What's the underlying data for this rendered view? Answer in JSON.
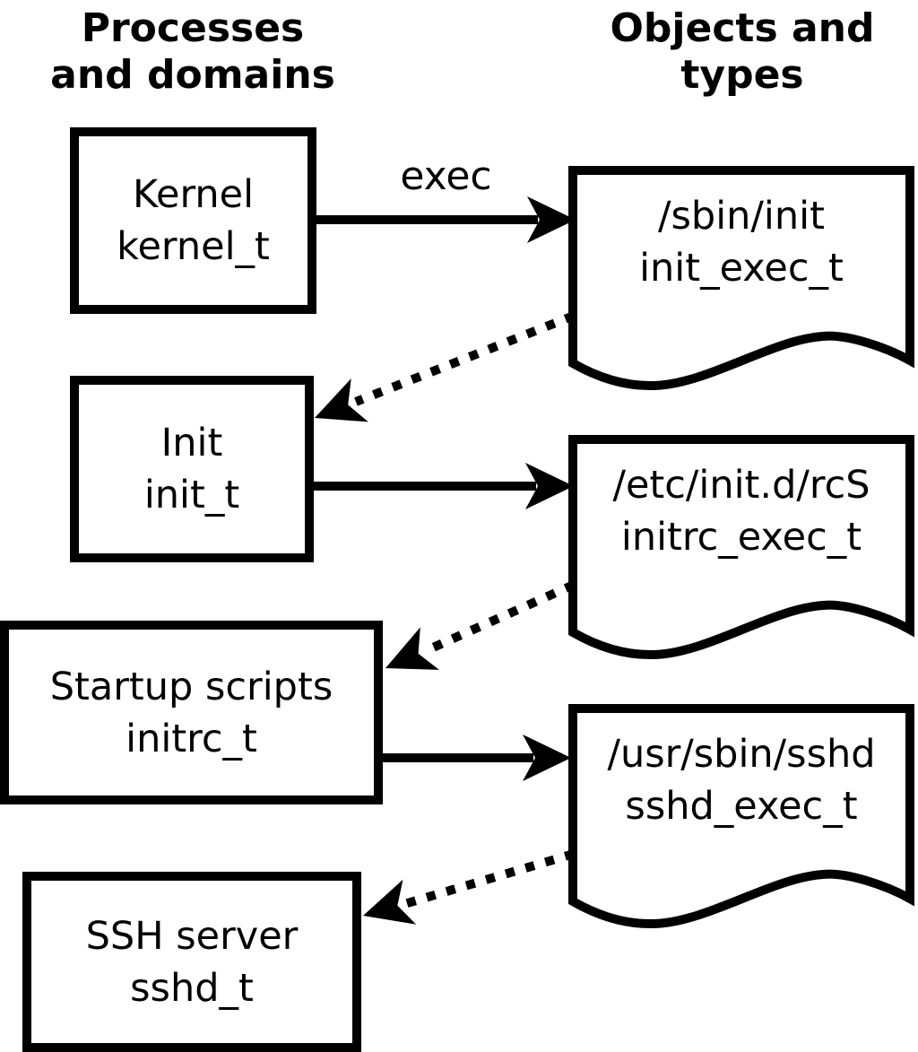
{
  "diagram": {
    "title_left": {
      "line1": "Processes",
      "line2": "and domains"
    },
    "title_right": {
      "line1": "Objects and",
      "line2": "types"
    },
    "exec_label": "exec",
    "process_boxes": [
      {
        "name": "Kernel",
        "domain": "kernel_t"
      },
      {
        "name": "Init",
        "domain": "init_t"
      },
      {
        "name": "Startup scripts",
        "domain": "initrc_t"
      },
      {
        "name": "SSH server",
        "domain": "sshd_t"
      }
    ],
    "object_documents": [
      {
        "path": "/sbin/init",
        "type": "init_exec_t"
      },
      {
        "path": "/etc/init.d/rcS",
        "type": "initrc_exec_t"
      },
      {
        "path": "/usr/sbin/sshd",
        "type": "sshd_exec_t"
      }
    ],
    "colors": {
      "line": "#000000",
      "background": "#ffffff"
    }
  }
}
